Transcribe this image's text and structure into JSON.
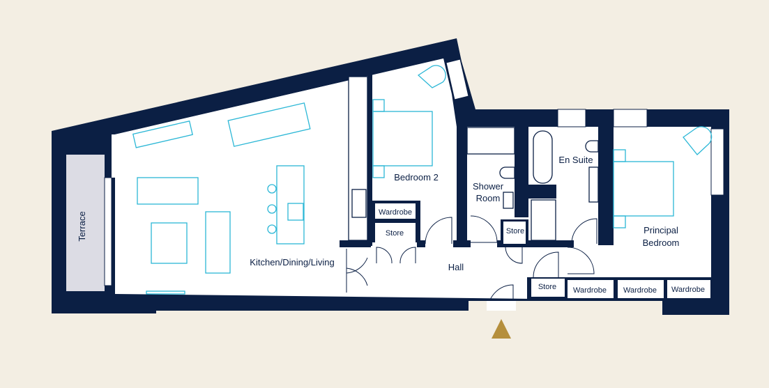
{
  "plan": {
    "rooms": {
      "terrace": "Terrace",
      "kitchen": "Kitchen/Dining/Living",
      "bedroom2": "Bedroom 2",
      "wardrobe_b2": "Wardrobe",
      "store_b2": "Store",
      "shower_line1": "Shower",
      "shower_line2": "Room",
      "en_suite": "En Suite",
      "store_hall": "Store",
      "hall": "Hall",
      "principal_line1": "Principal",
      "principal_line2": "Bedroom",
      "store_principal": "Store",
      "wardrobe_1": "Wardrobe",
      "wardrobe_2": "Wardrobe",
      "wardrobe_3": "Wardrobe"
    },
    "colors": {
      "background": "#f3eee3",
      "walls": "#0b1f44",
      "furniture": "#2bb7d6",
      "entrance": "#b58f3c",
      "terrace": "#dcdce4"
    },
    "icons": {
      "entrance": "entrance-arrow-icon"
    }
  }
}
